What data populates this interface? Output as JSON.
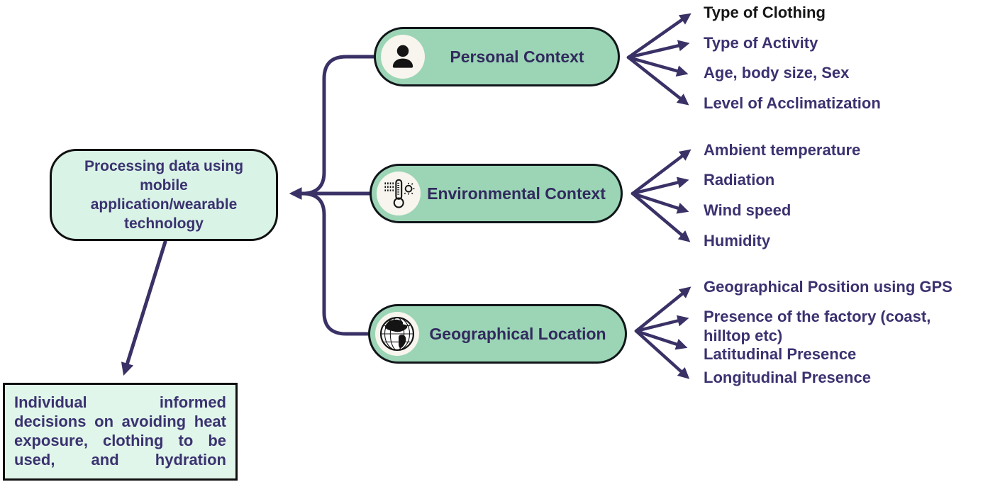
{
  "colors": {
    "pill_fill": "#9bd5b5",
    "pill_border": "#11161a",
    "root_fill": "#d9f3e6",
    "outcome_fill": "#e0f6ea",
    "box_border": "#101010",
    "purple_text": "#3b3270",
    "line_purple": "#3a3166",
    "first_item_black": "#161616",
    "icon_circle": "#f7f5ee"
  },
  "root": {
    "text": "Processing data using mobile application/wearable technology",
    "lines": [
      "Processing data using",
      "mobile",
      "application/wearable",
      "technology"
    ]
  },
  "outcome": {
    "text": "Individual informed decisions on avoiding heat exposure, clothing to be used, and hydration"
  },
  "branches": [
    {
      "label": "Personal Context",
      "icon": "person-icon",
      "items": [
        "Type of Clothing",
        "Type of Activity",
        "Age, body size, Sex",
        "Level of Acclimatization"
      ]
    },
    {
      "label": "Environmental Context",
      "icon": "thermometer-sun-icon",
      "items": [
        "Ambient temperature",
        "Radiation",
        "Wind speed",
        "Humidity"
      ]
    },
    {
      "label": "Geographical Location",
      "icon": "globe-icon",
      "items": [
        "Geographical Position using GPS",
        "Presence of the factory (coast, hilltop etc)",
        "Latitudinal Presence",
        "Longitudinal Presence"
      ]
    }
  ]
}
